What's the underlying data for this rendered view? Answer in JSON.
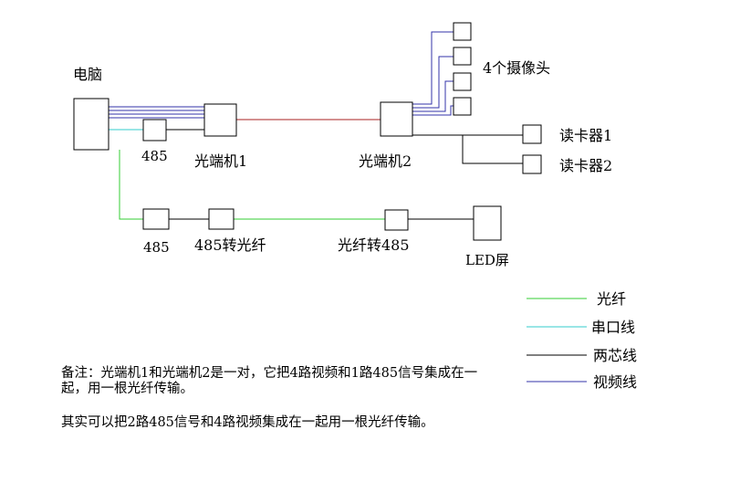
{
  "labels": {
    "computer": "电脑",
    "rs485_top": "485",
    "transceiver1": "光端机1",
    "transceiver2": "光端机2",
    "cameras": "4个摄像头",
    "reader1": "读卡器1",
    "reader2": "读卡器2",
    "rs485_bottom": "485",
    "rs485_to_fiber": "485转光纤",
    "fiber_to_rs485": "光纤转485",
    "led_screen": "LED屏"
  },
  "legend": {
    "items": [
      {
        "label": "光纤",
        "color": "#33cc33"
      },
      {
        "label": "串口线",
        "color": "#33cccc"
      },
      {
        "label": "两芯线",
        "color": "#000000"
      },
      {
        "label": "视频线",
        "color": "#3333aa"
      }
    ]
  },
  "colors": {
    "fiber_link": "#aa2222"
  },
  "notes": {
    "note1": "备注：光端机1和光端机2是一对，它把4路视频和1路485信号集成在一起，用一根光纤传输。",
    "note2": "其实可以把2路485信号和4路视频集成在一起用一根光纤传输。"
  }
}
